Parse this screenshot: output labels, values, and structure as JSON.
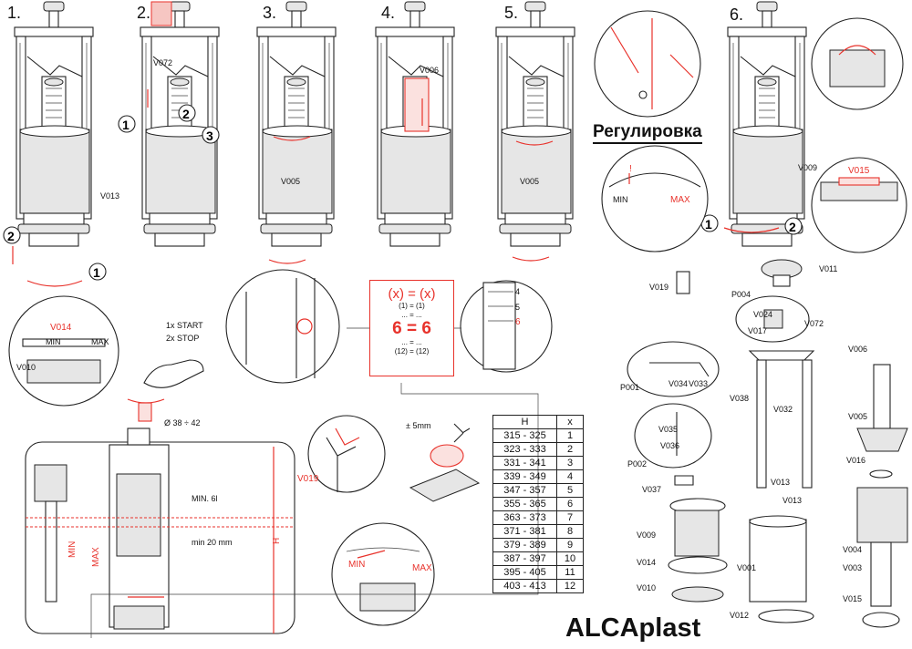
{
  "steps": [
    "1.",
    "2.",
    "3.",
    "4.",
    "5.",
    "6."
  ],
  "markers": {
    "one": "1",
    "two": "2",
    "three": "3"
  },
  "regulation_title": "Регулировка",
  "formula": {
    "top": "(x) = (x)",
    "lines": [
      "(1) = (1)",
      "... = ...",
      "6 = 6",
      "... = ...",
      "(12) = (12)"
    ]
  },
  "scale_ticks": [
    "4",
    "5",
    "6"
  ],
  "float_scale": {
    "min": "MIN",
    "max": "MAX"
  },
  "start_stop": [
    "1x START",
    "2x STOP"
  ],
  "diameter": "Ø 38 ÷ 42",
  "adjust_range": "± 5mm",
  "tank_labels": {
    "min_volume": "MIN. 6l",
    "min_gap": "min 20 mm",
    "min": "MIN",
    "max": "MAX",
    "height": "H"
  },
  "table": {
    "headers": [
      "H",
      "x"
    ],
    "rows": [
      [
        "315 - 325",
        "1"
      ],
      [
        "323 - 333",
        "2"
      ],
      [
        "331 - 341",
        "3"
      ],
      [
        "339 - 349",
        "4"
      ],
      [
        "347 - 357",
        "5"
      ],
      [
        "355 - 365",
        "6"
      ],
      [
        "363 - 373",
        "7"
      ],
      [
        "371 - 381",
        "8"
      ],
      [
        "379 - 389",
        "9"
      ],
      [
        "387 - 397",
        "10"
      ],
      [
        "395 - 405",
        "11"
      ],
      [
        "403 - 413",
        "12"
      ]
    ]
  },
  "parts": {
    "v013": "V013",
    "v072": "V072",
    "v005a": "V005",
    "v006": "V006",
    "v005b": "V005",
    "v009": "V009",
    "v015": "V015",
    "v014": "V014",
    "v010": "V010",
    "v019": "V019",
    "v019b": "V019",
    "v011": "V011",
    "p004": "P004",
    "v024": "V024",
    "v017": "V017",
    "v072b": "V072",
    "p001": "P001",
    "v034": "V034",
    "v033": "V033",
    "v038": "V038",
    "v032": "V032",
    "v006b": "V006",
    "v005c": "V005",
    "v035": "V035",
    "v036": "V036",
    "p002": "P002",
    "v016": "V016",
    "v037": "V037",
    "v013b": "V013",
    "v013c": "V013",
    "v009b": "V009",
    "v004": "V004",
    "v001": "V001",
    "v014b": "V014",
    "v003": "V003",
    "v010b": "V010",
    "v012": "V012",
    "v015b": "V015"
  },
  "brand": "ALCAplast",
  "colors": {
    "accent": "#e8322b",
    "ink": "#222222"
  }
}
